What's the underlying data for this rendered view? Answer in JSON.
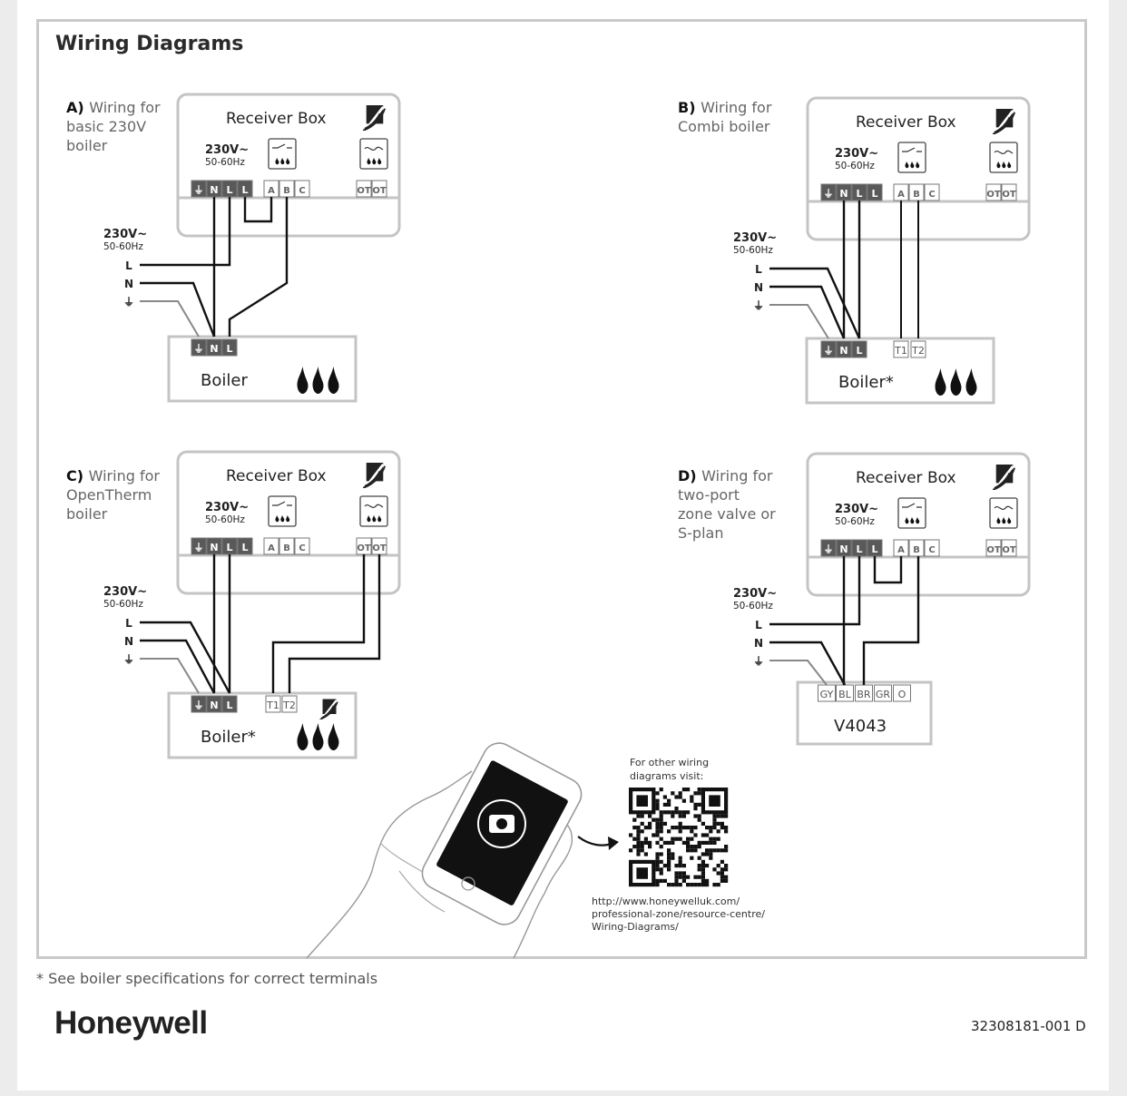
{
  "page": {
    "title": "Wiring Diagrams",
    "footnote": "* See boiler specifications for correct terminals",
    "brand": "Honeywell",
    "doc_number": "32308181-001 D"
  },
  "common": {
    "receiver_title": "Receiver Box",
    "voltage": "230V~",
    "frequency": "50-60Hz",
    "earth_symbol": "⏚",
    "supply_labels": [
      "L",
      "N",
      "⏚"
    ],
    "receiver_terminals": [
      "⏚",
      "N",
      "L",
      "L",
      "A",
      "B",
      "C",
      "OT",
      "OT"
    ]
  },
  "diagrams": [
    {
      "id": "A",
      "letter": "A)",
      "caption_lines": [
        "Wiring for",
        "basic 230V",
        "boiler"
      ],
      "device_label": "Boiler",
      "device_terminals": [
        "⏚",
        "N",
        "L"
      ]
    },
    {
      "id": "B",
      "letter": "B)",
      "caption_lines": [
        "Wiring for",
        "Combi boiler"
      ],
      "device_label": "Boiler*",
      "device_terminals": [
        "⏚",
        "N",
        "L",
        "T1",
        "T2"
      ]
    },
    {
      "id": "C",
      "letter": "C)",
      "caption_lines": [
        "Wiring for",
        "OpenTherm",
        "boiler"
      ],
      "device_label": "Boiler*",
      "device_terminals": [
        "⏚",
        "N",
        "L",
        "T1",
        "T2"
      ]
    },
    {
      "id": "D",
      "letter": "D)",
      "caption_lines": [
        "Wiring for",
        "two-port",
        "zone valve or",
        "S-plan"
      ],
      "device_label": "V4043",
      "device_terminals": [
        "GY",
        "BL",
        "BR",
        "GR",
        "O"
      ]
    }
  ],
  "qr": {
    "heading_lines": [
      "For other wiring",
      "diagrams visit:"
    ],
    "url_lines": [
      "http://www.honeywelluk.com/",
      "professional-zone/resource-centre/",
      "Wiring-Diagrams/"
    ]
  },
  "icons": [
    "camera-icon",
    "smartphone-icon",
    "flame-icon",
    "relay-icon",
    "opentherm-icon",
    "honeywell-signal-icon",
    "arrow-icon",
    "qr-code"
  ]
}
